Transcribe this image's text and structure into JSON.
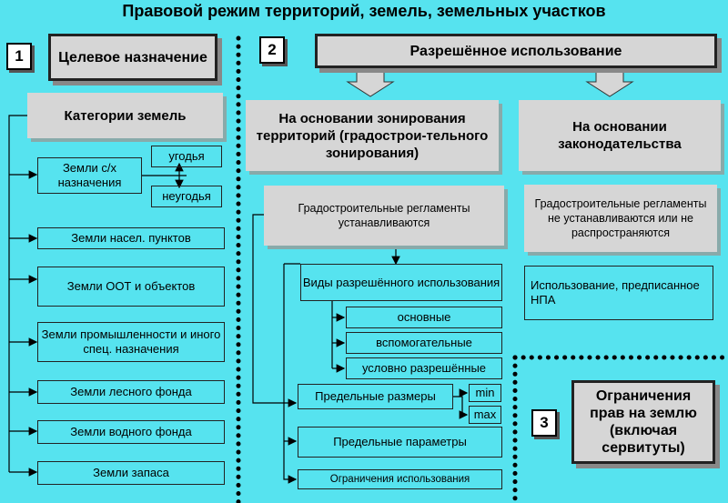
{
  "title": "Правовой режим территорий, земель, земельных участков",
  "col1": {
    "number": "1",
    "header": "Целевое назначение",
    "categories_header": "Категории земель",
    "agri": "Земли с/х назначения",
    "agri_sub": [
      "угодья",
      "неугодья"
    ],
    "items": [
      "Земли насел. пунктов",
      "Земли ООТ и объектов",
      "Земли промышленности и иного спец. назначения",
      "Земли лесного фонда",
      "Земли водного фонда",
      "Земли запаса"
    ]
  },
  "col2": {
    "number": "2",
    "header": "Разрешённое использование",
    "zoning": "На основании зонирования территорий (градострои-тельного зонирования)",
    "law": "На основании законодательства",
    "reg_set": "Градостроительные регламенты устанавливаются",
    "reg_not": "Градостроительные регламенты не устанавливаются или не распространяются",
    "npa": "Использование, предписанное НПА",
    "types_header": "Виды разрешённого использования",
    "types": [
      "основные",
      "вспомогательные",
      "условно разрешённые"
    ],
    "limits": "Предельные размеры",
    "min": "min",
    "max": "max",
    "params": "Предельные параметры",
    "restrictions": "Ограничения использования"
  },
  "col3": {
    "number": "3",
    "header": "Ограничения прав на землю (включая сервитуты)"
  }
}
